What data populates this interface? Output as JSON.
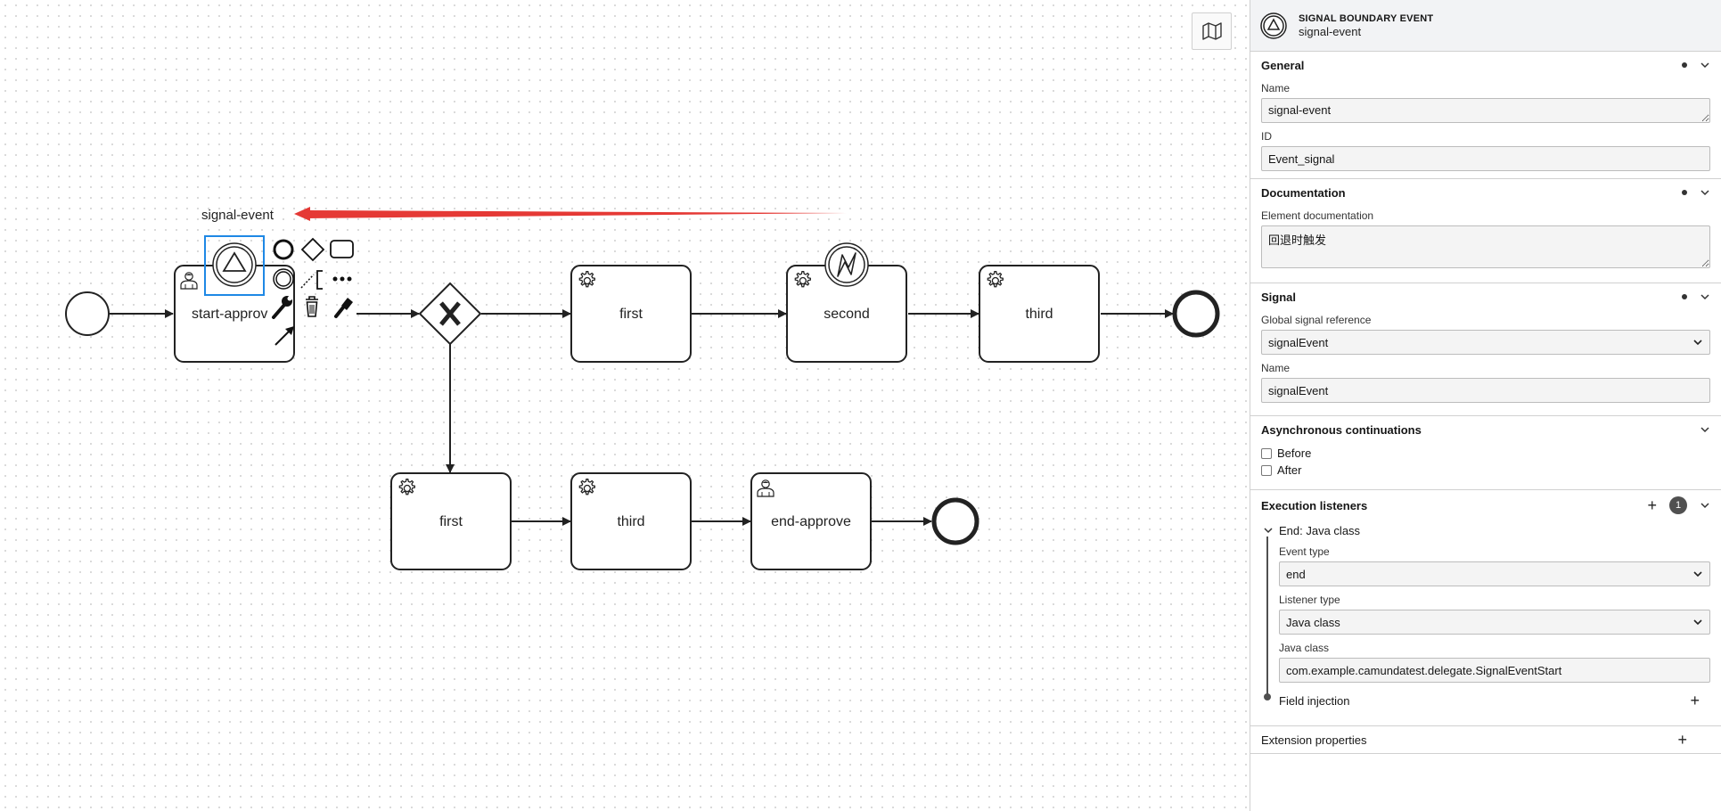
{
  "diagram": {
    "start_approve_label": "start-approv",
    "first_top_label": "first",
    "second_label": "second",
    "third_top_label": "third",
    "first_bottom_label": "first",
    "third_bottom_label": "third",
    "end_approve_label": "end-approve",
    "signal_event_label": "signal-event"
  },
  "panel": {
    "header": {
      "type": "SIGNAL BOUNDARY EVENT",
      "name": "signal-event"
    },
    "general": {
      "title": "General",
      "name_label": "Name",
      "name_value": "signal-event",
      "id_label": "ID",
      "id_value": "Event_signal"
    },
    "documentation": {
      "title": "Documentation",
      "label": "Element documentation",
      "value": "回退时触发"
    },
    "signal": {
      "title": "Signal",
      "ref_label": "Global signal reference",
      "ref_value": "signalEvent",
      "name_label": "Name",
      "name_value": "signalEvent"
    },
    "async": {
      "title": "Asynchronous continuations",
      "before_label": "Before",
      "after_label": "After"
    },
    "listeners": {
      "title": "Execution listeners",
      "count": "1",
      "item_title": "End: Java class",
      "event_type_label": "Event type",
      "event_type_value": "end",
      "listener_type_label": "Listener type",
      "listener_type_value": "Java class",
      "java_class_label": "Java class",
      "java_class_value": "com.example.camundatest.delegate.SignalEventStart",
      "field_injection_label": "Field injection"
    },
    "extension": {
      "title": "Extension properties"
    }
  },
  "colors": {
    "selection": "#1e88e5",
    "arrow": "#e53935",
    "stroke": "#222222"
  }
}
